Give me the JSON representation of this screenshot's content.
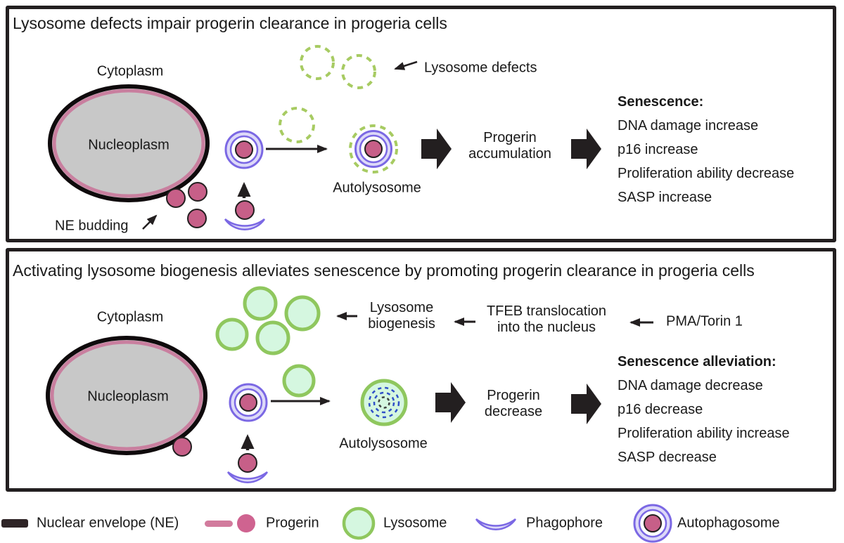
{
  "figure": {
    "panel_top": {
      "title": "Lysosome defects impair progerin clearance in progeria cells",
      "cytoplasm_label": "Cytoplasm",
      "nucleoplasm_label": "Nucleoplasm",
      "ne_budding_label": "NE budding",
      "lysosome_defects_label": "Lysosome defects",
      "autolysosome_label": "Autolysosome",
      "progerin_outcome": "Progerin\naccumulation",
      "senescence": {
        "heading": "Senescence:",
        "items": [
          "DNA damage increase",
          "p16 increase",
          "Proliferation ability decrease",
          "SASP increase"
        ]
      }
    },
    "panel_bottom": {
      "title": "Activating lysosome biogenesis alleviates senescence by promoting progerin clearance in progeria cells",
      "cytoplasm_label": "Cytoplasm",
      "nucleoplasm_label": "Nucleoplasm",
      "lysosome_biogenesis_label": "Lysosome\nbiogenesis",
      "tfeb_label": "TFEB translocation\ninto the nucleus",
      "pma_label": "PMA/Torin 1",
      "autolysosome_label": "Autolysosome",
      "progerin_outcome": "Progerin\ndecrease",
      "senescence": {
        "heading": "Senescence alleviation:",
        "items": [
          "DNA damage decrease",
          "p16 decrease",
          "Proliferation ability increase",
          "SASP decrease"
        ]
      }
    },
    "legend": {
      "items": [
        {
          "icon": "nuclear-envelope-icon",
          "label": "Nuclear envelope (NE)"
        },
        {
          "icon": "progerin-icon",
          "label": "Progerin"
        },
        {
          "icon": "lysosome-icon",
          "label": "Lysosome"
        },
        {
          "icon": "phagophore-icon",
          "label": "Phagophore"
        },
        {
          "icon": "autophagosome-icon",
          "label": "Autophagosome"
        }
      ]
    },
    "colors": {
      "ink": "#231f20",
      "progerin_pink": "#c75f88",
      "progerin_line_pink": "#d27b9d",
      "ne_ring_pink": "#c97f9f",
      "purple": "#7b68e4",
      "lavender": "#ddd9f8",
      "lysosome_green": "#8fc75e",
      "lysosome_mint": "#d5f7e0",
      "defect_green": "#a7cb62",
      "dash_blue": "#3050c8",
      "nucleus_gray": "#c8c8c8"
    }
  }
}
